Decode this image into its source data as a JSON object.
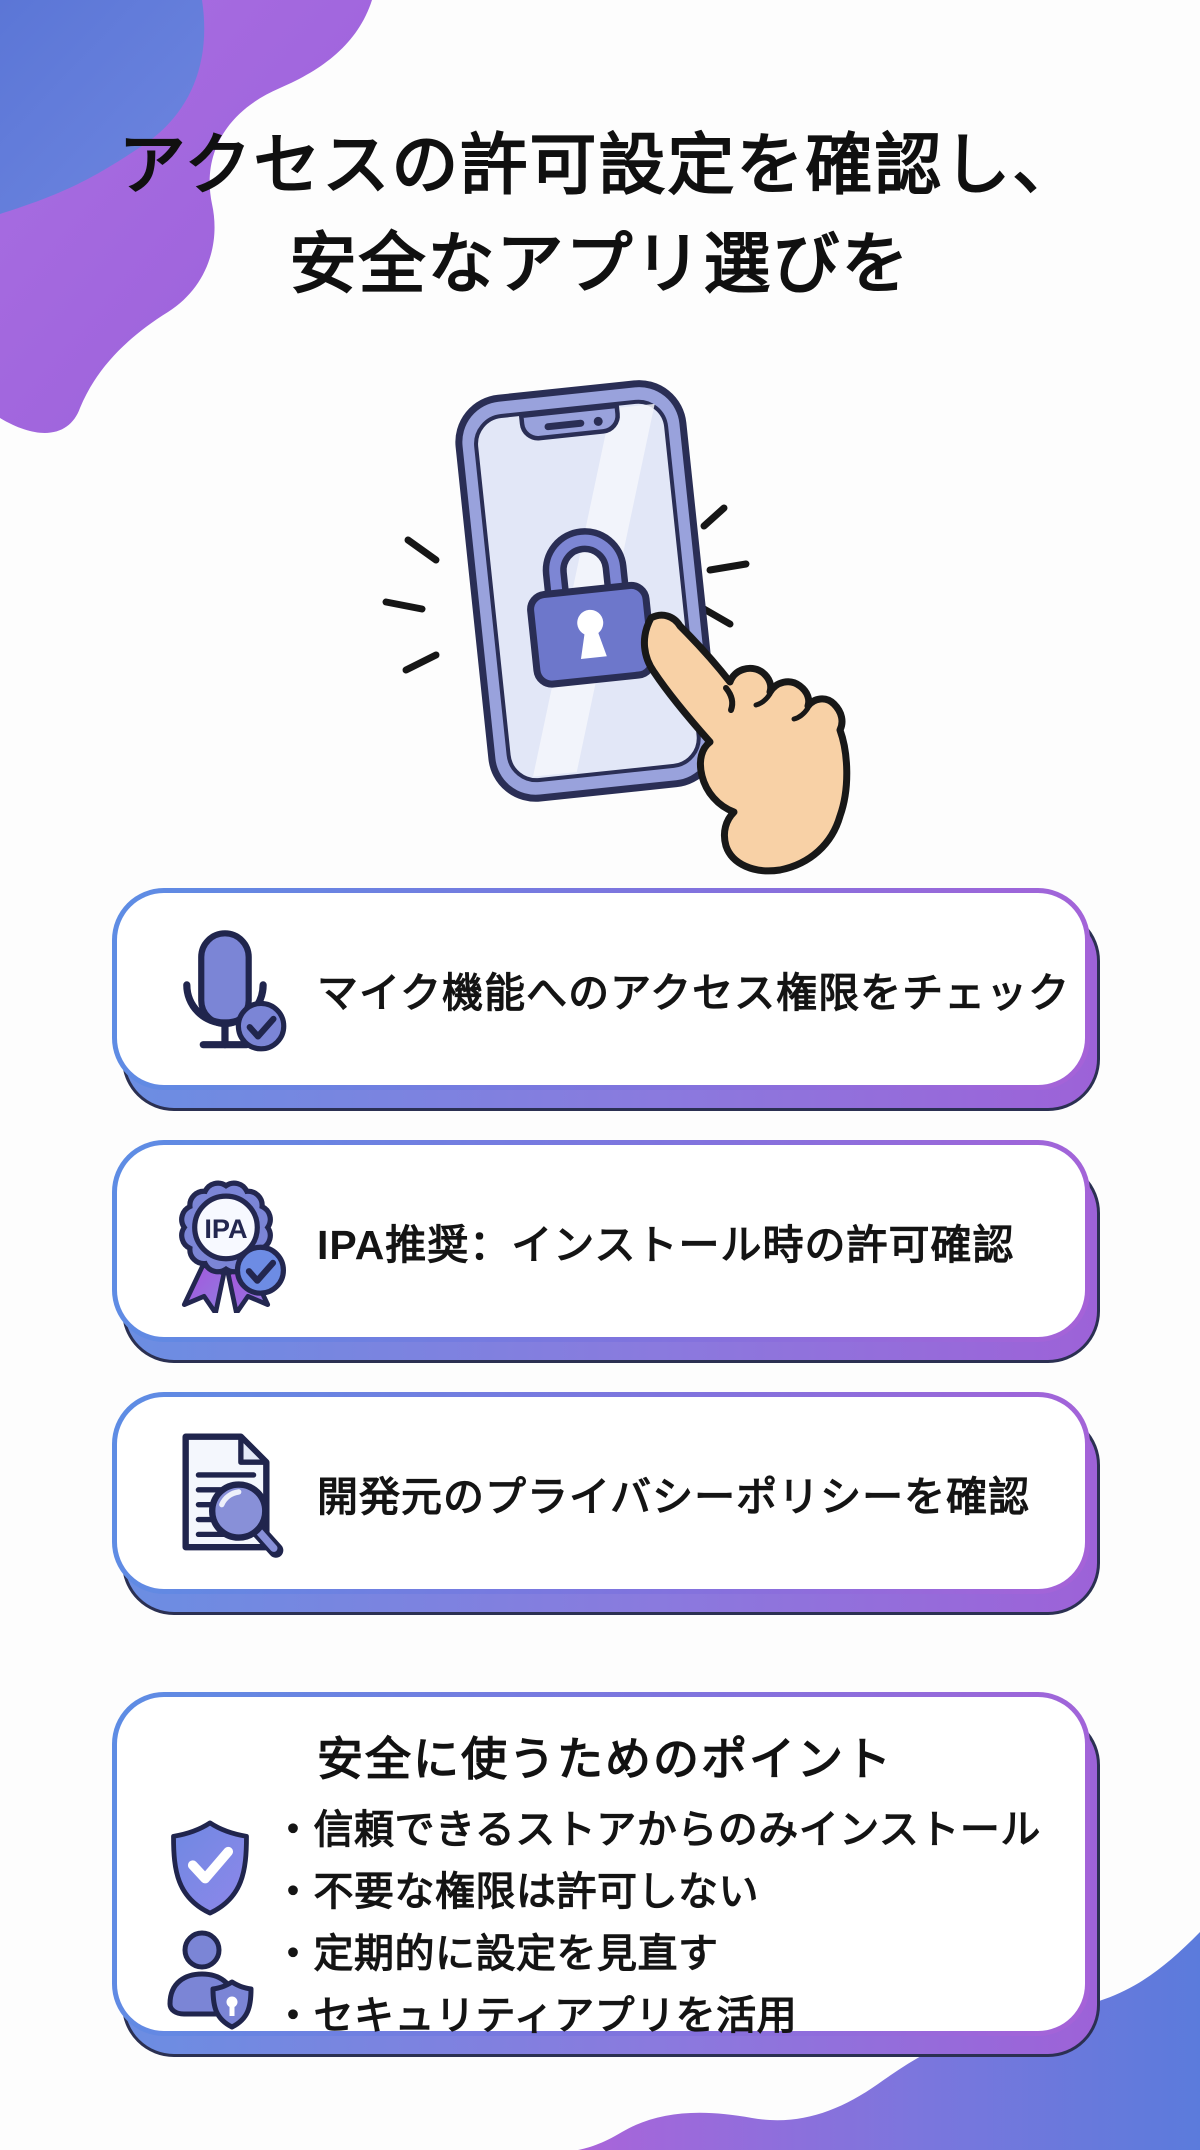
{
  "title": {
    "line1": "アクセスの許可設定を確認し、",
    "line2": "安全なアプリ選びを"
  },
  "illustration": {
    "icons": [
      "smartphone-icon",
      "padlock-icon",
      "pointing-hand-icon",
      "emphasis-lines"
    ]
  },
  "cards": [
    {
      "icon": "microphone-check-icon",
      "text": "マイク機能へのアクセス権限をチェック"
    },
    {
      "icon": "ipa-badge-icon",
      "badge_label": "IPA",
      "text": "IPA推奨：インストール時の許可確認"
    },
    {
      "icon": "document-magnifier-icon",
      "text": "開発元のプライバシーポリシーを確認"
    }
  ],
  "points_card": {
    "title": "安全に使うためのポイント",
    "icons": [
      "shield-check-icon",
      "user-security-icon"
    ],
    "items": [
      "・信頼できるストアからのみインストール",
      "・不要な権限は許可しない",
      "・定期的に設定を見直す",
      "・セキュリティアプリを活用"
    ]
  },
  "colors": {
    "background": "#fdfdfd",
    "text": "#141414",
    "blob_purple": "#a267de",
    "blob_blue": "#617dd8",
    "card_border_blue": "#5d8de4",
    "card_border_purple": "#a662d8",
    "icon_periwinkle": "#7b85d6",
    "icon_outline_navy": "#20254d",
    "phone_frame": "#99a2dc",
    "phone_screen": "#e2e7f7",
    "lock_body": "#6d77cb",
    "hand_skin": "#f8d1a6"
  }
}
